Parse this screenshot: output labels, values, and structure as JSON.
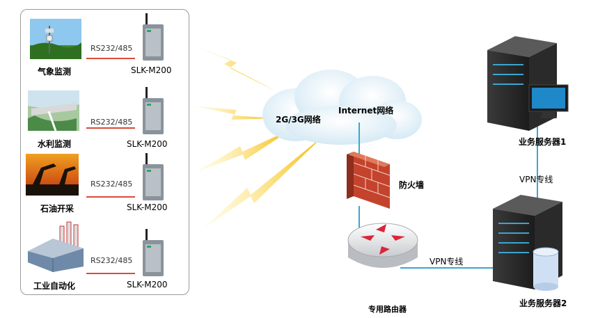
{
  "devices": [
    {
      "label": "气象监测",
      "protocol": "RS232/485",
      "model": "SLK-M200"
    },
    {
      "label": "水利监测",
      "protocol": "RS232/485",
      "model": "SLK-M200"
    },
    {
      "label": "石油开采",
      "protocol": "RS232/485",
      "model": "SLK-M200"
    },
    {
      "label": "工业自动化",
      "protocol": "RS232/485",
      "model": "SLK-M200"
    }
  ],
  "network": {
    "cloud_mobile": "2G/3G网络",
    "cloud_internet": "Internet网络",
    "firewall": "防火墙",
    "router": "专用路由器",
    "vpn_router_link": "VPN专线",
    "vpn_server_link": "VPN专线",
    "server1": "业务服务器1",
    "server2": "业务服务器2"
  },
  "colors": {
    "link_red": "#d94a3a",
    "lightning_yellow": "#f5b800",
    "cable_blue": "#3aa6cf",
    "server_dark": "#2b2b2b"
  }
}
